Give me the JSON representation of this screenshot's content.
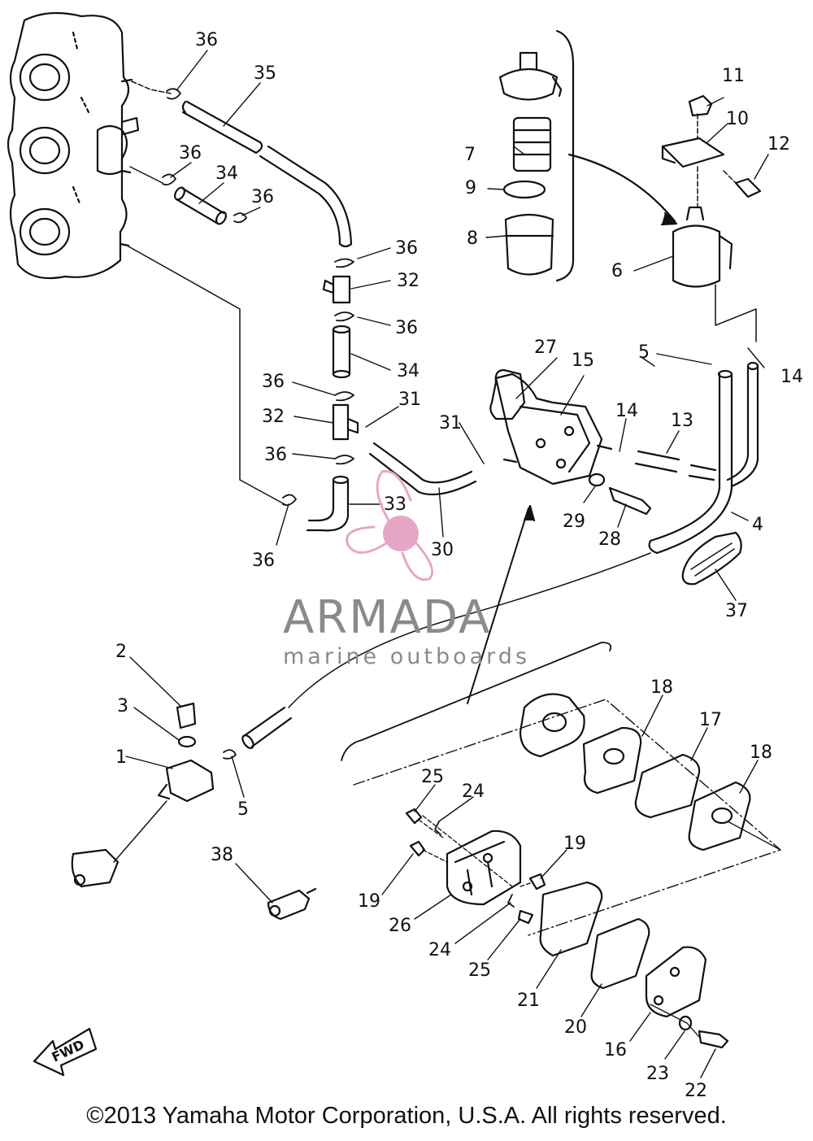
{
  "watermark": {
    "title": "ARMADA",
    "subtitle": "marine outboards",
    "color": "#8a8a8a",
    "logo_color": "#e8a6c6"
  },
  "fwd_label": "FWD",
  "copyright": "©2013 Yamaha Motor Corporation, U.S.A. All rights reserved.",
  "callouts": [
    {
      "id": "1",
      "label": "1"
    },
    {
      "id": "2",
      "label": "2"
    },
    {
      "id": "3",
      "label": "3"
    },
    {
      "id": "4",
      "label": "4"
    },
    {
      "id": "5a",
      "label": "5"
    },
    {
      "id": "5b",
      "label": "5"
    },
    {
      "id": "6",
      "label": "6"
    },
    {
      "id": "7",
      "label": "7"
    },
    {
      "id": "8",
      "label": "8"
    },
    {
      "id": "9",
      "label": "9"
    },
    {
      "id": "10",
      "label": "10"
    },
    {
      "id": "11",
      "label": "11"
    },
    {
      "id": "12",
      "label": "12"
    },
    {
      "id": "13",
      "label": "13"
    },
    {
      "id": "14a",
      "label": "14"
    },
    {
      "id": "14b",
      "label": "14"
    },
    {
      "id": "15",
      "label": "15"
    },
    {
      "id": "16",
      "label": "16"
    },
    {
      "id": "17",
      "label": "17"
    },
    {
      "id": "18a",
      "label": "18"
    },
    {
      "id": "18b",
      "label": "18"
    },
    {
      "id": "19a",
      "label": "19"
    },
    {
      "id": "19b",
      "label": "19"
    },
    {
      "id": "20",
      "label": "20"
    },
    {
      "id": "21",
      "label": "21"
    },
    {
      "id": "22",
      "label": "22"
    },
    {
      "id": "23",
      "label": "23"
    },
    {
      "id": "24a",
      "label": "24"
    },
    {
      "id": "24b",
      "label": "24"
    },
    {
      "id": "25a",
      "label": "25"
    },
    {
      "id": "25b",
      "label": "25"
    },
    {
      "id": "26",
      "label": "26"
    },
    {
      "id": "27",
      "label": "27"
    },
    {
      "id": "28",
      "label": "28"
    },
    {
      "id": "29",
      "label": "29"
    },
    {
      "id": "30",
      "label": "30"
    },
    {
      "id": "31a",
      "label": "31"
    },
    {
      "id": "31b",
      "label": "31"
    },
    {
      "id": "32a",
      "label": "32"
    },
    {
      "id": "32b",
      "label": "32"
    },
    {
      "id": "33",
      "label": "33"
    },
    {
      "id": "34a",
      "label": "34"
    },
    {
      "id": "34b",
      "label": "34"
    },
    {
      "id": "35",
      "label": "35"
    },
    {
      "id": "36a",
      "label": "36"
    },
    {
      "id": "36b",
      "label": "36"
    },
    {
      "id": "36c",
      "label": "36"
    },
    {
      "id": "36d",
      "label": "36"
    },
    {
      "id": "36e",
      "label": "36"
    },
    {
      "id": "36f",
      "label": "36"
    },
    {
      "id": "36g",
      "label": "36"
    },
    {
      "id": "36h",
      "label": "36"
    },
    {
      "id": "37",
      "label": "37"
    },
    {
      "id": "38",
      "label": "38"
    }
  ]
}
